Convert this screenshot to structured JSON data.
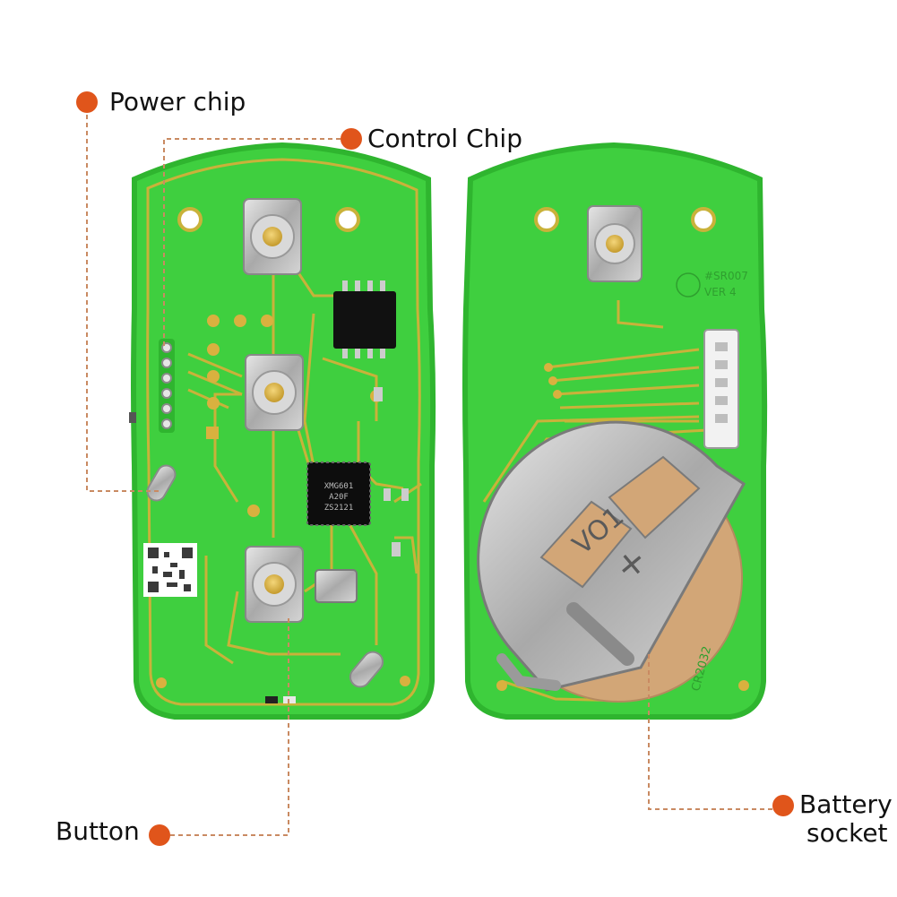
{
  "labels": {
    "power_chip": "Power chip",
    "control_chip": "Control Chip",
    "button": "Button",
    "battery_socket_line1": "Battery",
    "battery_socket_line2": "socket"
  },
  "markings": {
    "board_id": "#SR007",
    "version": "VER 4",
    "chip_top_1": "XMG601",
    "chip_top_2": "A20F",
    "chip_top_3": "ZS2121",
    "battery_type": "CR2032",
    "battery_voltage": "VO1",
    "battery_polarity": "+"
  },
  "colors": {
    "callout_dot": "#e0551b",
    "leader_line": "#c98a62",
    "pcb_green": "#3fcf3f",
    "pcb_edge": "#2fb52f",
    "trace": "#c9b23a",
    "gold": "#d9b13f",
    "metal": "#bcbcbc"
  }
}
